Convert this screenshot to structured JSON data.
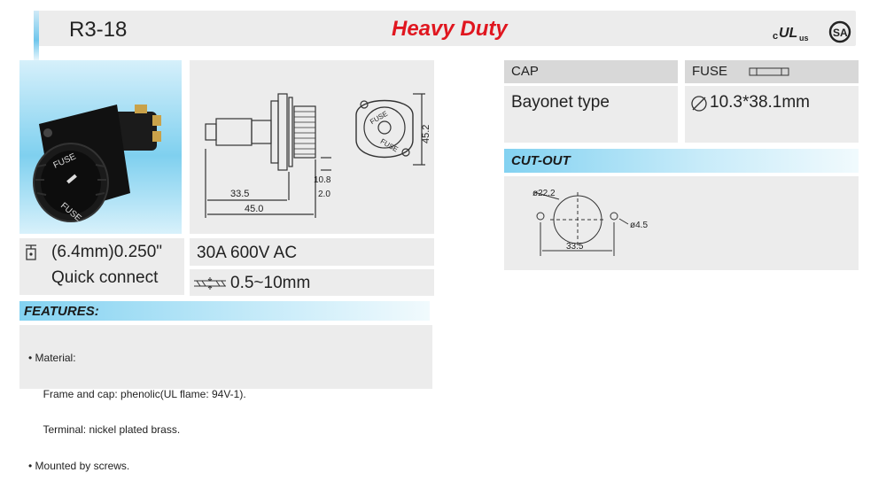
{
  "header": {
    "model": "R3-18",
    "tagline": "Heavy Duty",
    "certs": [
      "c",
      "UL",
      "us",
      "SA"
    ]
  },
  "drawing": {
    "dims": [
      "33.5",
      "45.0",
      "10.8",
      "2.0",
      "45.2"
    ],
    "labels": [
      "FUSE",
      "FUSE"
    ]
  },
  "photo": {
    "labels": [
      "FUSE",
      "FUSE"
    ]
  },
  "terminal": {
    "line1": "(6.4mm)0.250\"",
    "line2": "Quick connect"
  },
  "rating": "30A 600V AC",
  "wire": "0.5~10mm",
  "features": {
    "header": "FEATURES:",
    "items": [
      "• Material:",
      "     Frame and cap: phenolic(UL flame: 94V-1).",
      "     Terminal: nickel plated brass.",
      "• Mounted by screws."
    ]
  },
  "cap": {
    "header": "CAP",
    "value": "Bayonet type"
  },
  "fuse": {
    "header": "FUSE",
    "value": "10.3*38.1mm"
  },
  "cutout": {
    "header": "CUT-OUT",
    "dims": [
      "ø22.2",
      "ø4.5",
      "33.5"
    ]
  },
  "colors": {
    "accent": "#e0161f",
    "header_bg": "#ececec",
    "blue": "#6ec6ec"
  }
}
